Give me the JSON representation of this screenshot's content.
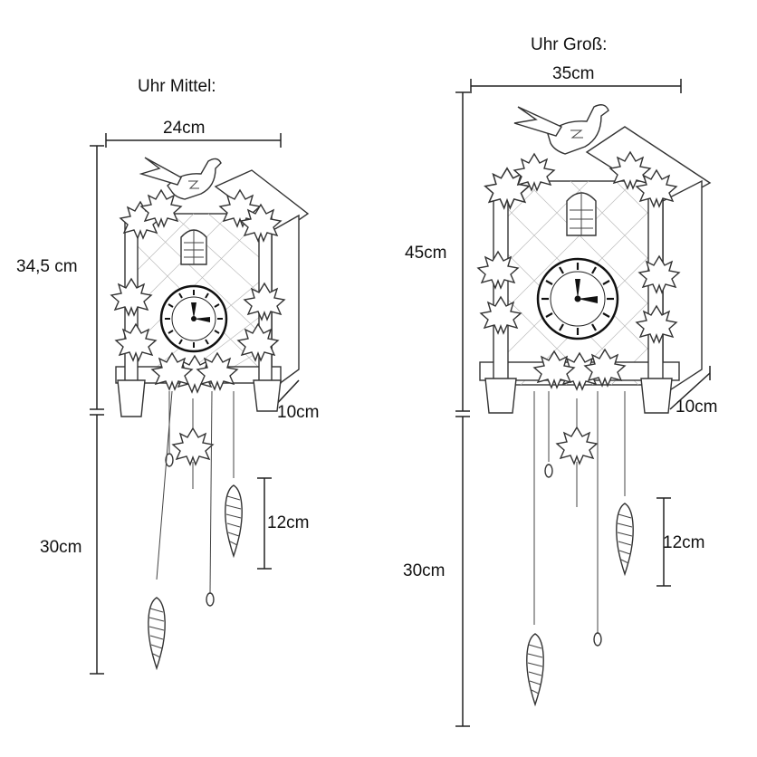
{
  "medium": {
    "title": "Uhr Mittel:",
    "width": "24cm",
    "height": "34,5 cm",
    "depth": "10cm",
    "weight_length": "12cm",
    "chain_length": "30cm"
  },
  "large": {
    "title": "Uhr Groß:",
    "width": "35cm",
    "height": "45cm",
    "depth": "10cm",
    "weight_length": "12cm",
    "chain_length": "30cm"
  }
}
